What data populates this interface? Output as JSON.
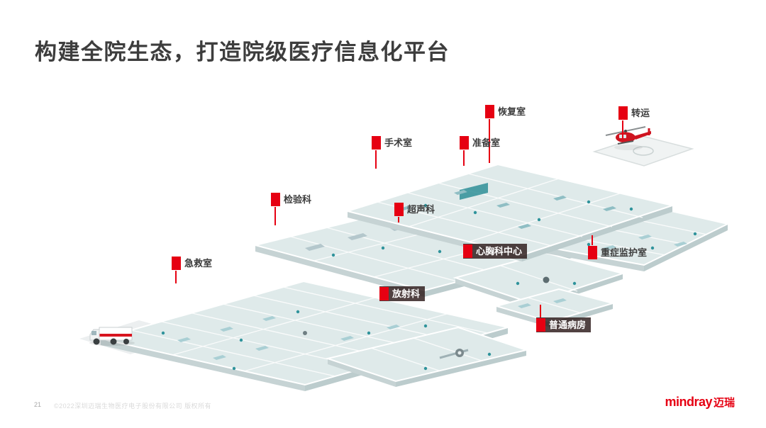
{
  "slide": {
    "title": "构建全院生态，打造院级医疗信息化平台",
    "page_number": "21",
    "copyright": "©2022深圳迈瑞生物医疗电子股份有限公司 版权所有",
    "logo": {
      "en": "mindray",
      "cn": "迈瑞"
    }
  },
  "colors": {
    "accent_red": "#e60012",
    "title_text": "#3d3d3d",
    "floor_fill": "#dfeaea",
    "label_dark_bg": "rgba(43,24,24,0.82)"
  },
  "department_labels": [
    {
      "text": "恢复室",
      "variant": "light"
    },
    {
      "text": "转运",
      "variant": "light"
    },
    {
      "text": "手术室",
      "variant": "light"
    },
    {
      "text": "准备室",
      "variant": "light"
    },
    {
      "text": "检验科",
      "variant": "light"
    },
    {
      "text": "超声科",
      "variant": "light"
    },
    {
      "text": "心胸科中心",
      "variant": "dark"
    },
    {
      "text": "急救室",
      "variant": "light"
    },
    {
      "text": "放射科",
      "variant": "dark"
    },
    {
      "text": "重症监护室",
      "variant": "light"
    },
    {
      "text": "普通病房",
      "variant": "dark"
    }
  ],
  "illustration": {
    "icons": [
      "helicopter-icon",
      "ambulance-icon",
      "helipad"
    ]
  }
}
